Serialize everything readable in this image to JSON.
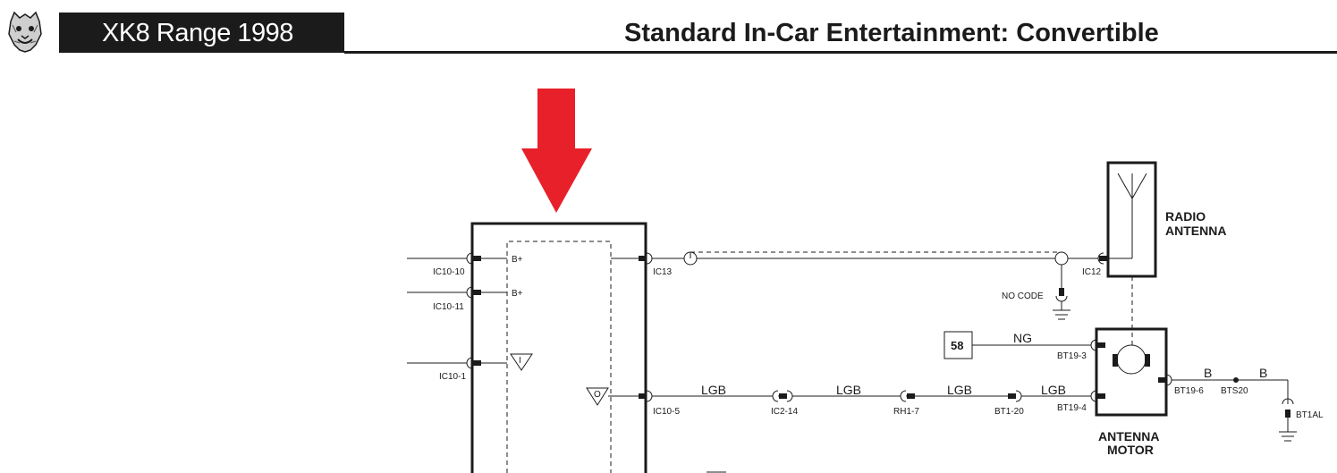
{
  "header": {
    "model_range": "XK8 Range 1998",
    "title": "Standard In-Car Entertainment: Convertible"
  },
  "module": {
    "pins_left": [
      "IC10-10",
      "IC10-11",
      "IC10-1"
    ],
    "pin_inner_labels": [
      "B+",
      "B+"
    ],
    "ground_symbol_in": "I",
    "ground_symbol_out": "O",
    "out_pins": [
      "IC13",
      "IC10-5"
    ]
  },
  "antenna": {
    "label_line1": "RADIO",
    "label_line2": "ANTENNA",
    "connector": "IC12",
    "shield_ground": "NO CODE"
  },
  "motor": {
    "label_line1": "ANTENNA",
    "label_line2": "MOTOR",
    "pins": [
      "BT19-3",
      "BT19-4",
      "BT19-6"
    ],
    "ref_box": "58"
  },
  "wires": {
    "ng": "NG",
    "lgb": [
      "LGB",
      "LGB",
      "LGB",
      "LGB"
    ],
    "b": [
      "B",
      "B"
    ]
  },
  "connectors": [
    "IC2-14",
    "RH1-7",
    "BT1-20",
    "BTS20",
    "BT1AL"
  ],
  "colors": {
    "marker_arrow": "#e8202a",
    "ink": "#1b1b1b"
  }
}
